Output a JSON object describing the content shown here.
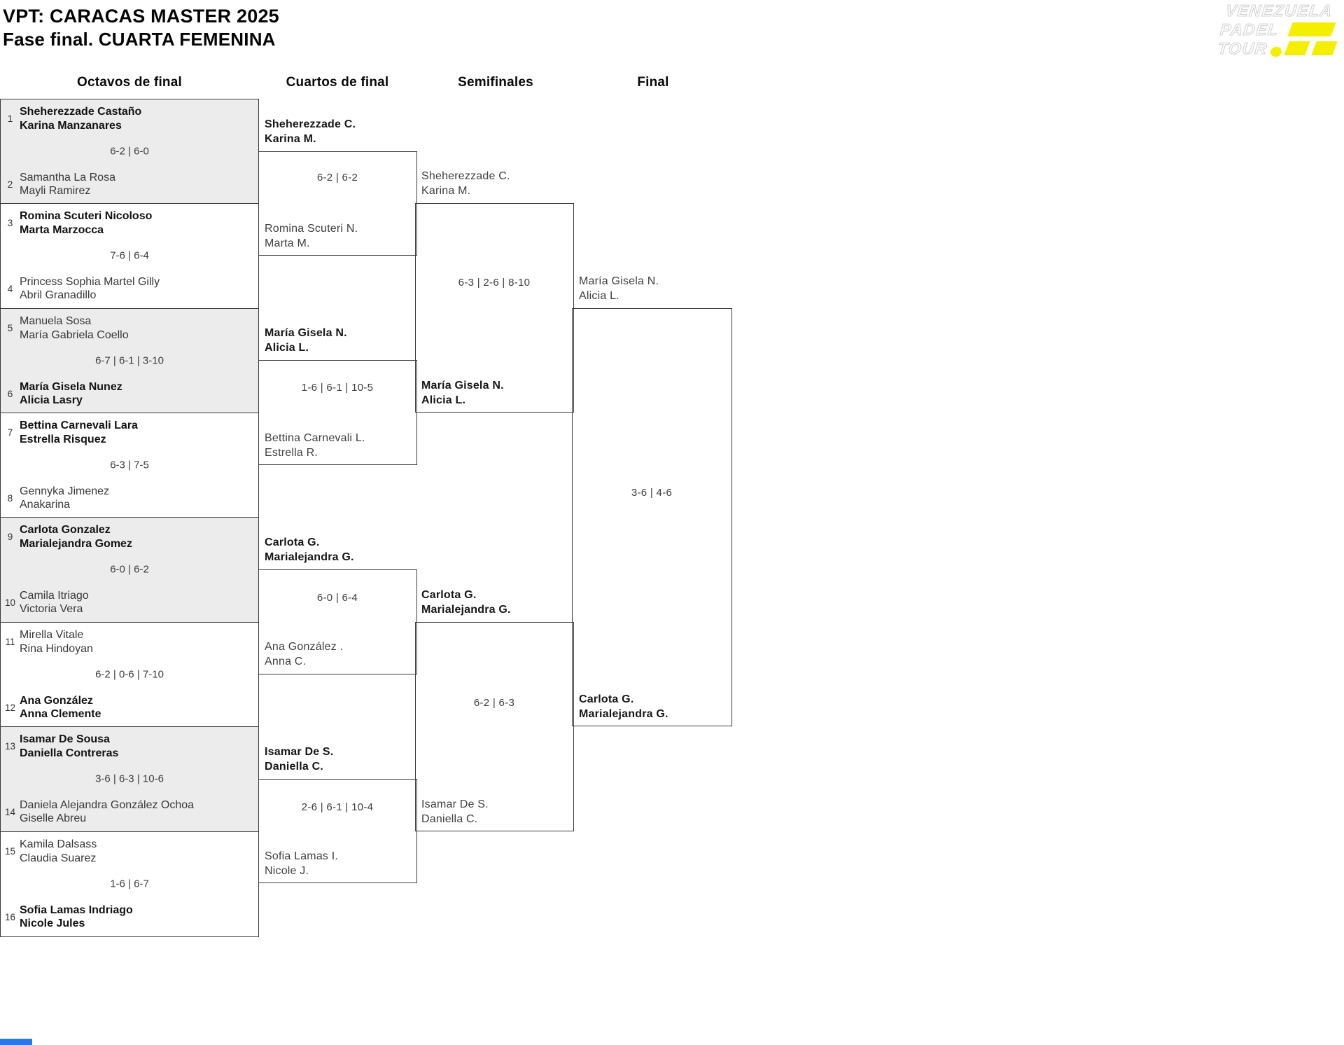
{
  "page": {
    "title_line1": "VPT: CARACAS MASTER 2025",
    "title_line2": "Fase final. CUARTA FEMENINA"
  },
  "logo": {
    "line1": "VENEZUELA",
    "line2": "PADEL",
    "line3": "TOUR",
    "accent_color": "#F4EE00"
  },
  "colors": {
    "box_gray": "#ececec",
    "line": "#3a3a3a",
    "corner_strip_blue": "#2b76e8"
  },
  "columns": [
    "Octavos de final",
    "Cuartos de final",
    "Semifinales",
    "Final"
  ],
  "r16": [
    {
      "score": "6-2 | 6-0",
      "t1": {
        "seed": "1",
        "p1": "Sheherezzade Castaño",
        "p2": "Karina Manzanares",
        "win": true
      },
      "t2": {
        "seed": "2",
        "p1": "Samantha La Rosa",
        "p2": "Mayli Ramirez",
        "win": false
      }
    },
    {
      "score": "7-6 | 6-4",
      "t1": {
        "seed": "3",
        "p1": "Romina Scuteri Nicoloso",
        "p2": "Marta Marzocca",
        "win": true
      },
      "t2": {
        "seed": "4",
        "p1": "Princess Sophia Martel Gilly",
        "p2": "Abril Granadillo",
        "win": false
      }
    },
    {
      "score": "6-7 | 6-1 | 3-10",
      "t1": {
        "seed": "5",
        "p1": "Manuela Sosa",
        "p2": "María Gabriela Coello",
        "win": false
      },
      "t2": {
        "seed": "6",
        "p1": "María Gisela Nunez",
        "p2": "Alicia Lasry",
        "win": true
      }
    },
    {
      "score": "6-3 | 7-5",
      "t1": {
        "seed": "7",
        "p1": "Bettina Carnevali Lara",
        "p2": "Estrella Risquez",
        "win": true
      },
      "t2": {
        "seed": "8",
        "p1": "Gennyka Jimenez",
        "p2": "Anakarina",
        "win": false
      }
    },
    {
      "score": "6-0 | 6-2",
      "t1": {
        "seed": "9",
        "p1": "Carlota Gonzalez",
        "p2": "Marialejandra Gomez",
        "win": true
      },
      "t2": {
        "seed": "10",
        "p1": "Camila Itriago",
        "p2": "Victoria Vera",
        "win": false
      }
    },
    {
      "score": "6-2 | 0-6 | 7-10",
      "t1": {
        "seed": "11",
        "p1": "Mirella Vitale",
        "p2": "Rina Hindoyan",
        "win": false
      },
      "t2": {
        "seed": "12",
        "p1": "Ana González",
        "p2": "Anna Clemente",
        "win": true
      }
    },
    {
      "score": "3-6 | 6-3 | 10-6",
      "t1": {
        "seed": "13",
        "p1": "Isamar De Sousa",
        "p2": "Daniella Contreras",
        "win": true
      },
      "t2": {
        "seed": "14",
        "p1": "Daniela Alejandra González Ochoa",
        "p2": "Giselle Abreu",
        "win": false
      }
    },
    {
      "score": "1-6 | 6-7",
      "t1": {
        "seed": "15",
        "p1": "Kamila Dalsass",
        "p2": "Claudia Suarez",
        "win": false
      },
      "t2": {
        "seed": "16",
        "p1": "Sofia Lamas Indriago",
        "p2": "Nicole Jules",
        "win": true
      }
    }
  ],
  "qf": [
    {
      "score": "6-2 | 6-2",
      "top": {
        "l1": "Sheherezzade C.",
        "l2": "Karina M.",
        "win": true
      },
      "bottom": {
        "l1": "Romina Scuteri N.",
        "l2": "Marta M.",
        "win": false
      }
    },
    {
      "score": "1-6 | 6-1 | 10-5",
      "top": {
        "l1": "María Gisela N.",
        "l2": "Alicia L.",
        "win": true
      },
      "bottom": {
        "l1": "Bettina Carnevali L.",
        "l2": "Estrella R.",
        "win": false
      }
    },
    {
      "score": "6-0 | 6-4",
      "top": {
        "l1": "Carlota G.",
        "l2": "Marialejandra G.",
        "win": true
      },
      "bottom": {
        "l1": "Ana González .",
        "l2": "Anna C.",
        "win": false
      }
    },
    {
      "score": "2-6 | 6-1 | 10-4",
      "top": {
        "l1": "Isamar De S.",
        "l2": "Daniella C.",
        "win": true
      },
      "bottom": {
        "l1": "Sofia Lamas I.",
        "l2": "Nicole J.",
        "win": false
      }
    }
  ],
  "sf": [
    {
      "score": "6-3 | 2-6 | 8-10",
      "top": {
        "l1": "Sheherezzade C.",
        "l2": "Karina M.",
        "win": false
      },
      "bottom": {
        "l1": "María Gisela N.",
        "l2": "Alicia L.",
        "win": true
      }
    },
    {
      "score": "6-2 | 6-3",
      "top": {
        "l1": "Carlota G.",
        "l2": "Marialejandra G.",
        "win": true
      },
      "bottom": {
        "l1": "Isamar De S.",
        "l2": "Daniella C.",
        "win": false
      }
    }
  ],
  "final": {
    "score": "3-6 | 4-6",
    "top": {
      "l1": "María Gisela N.",
      "l2": "Alicia L.",
      "win": false
    },
    "bottom": {
      "l1": "Carlota G.",
      "l2": "Marialejandra G.",
      "win": true
    }
  }
}
